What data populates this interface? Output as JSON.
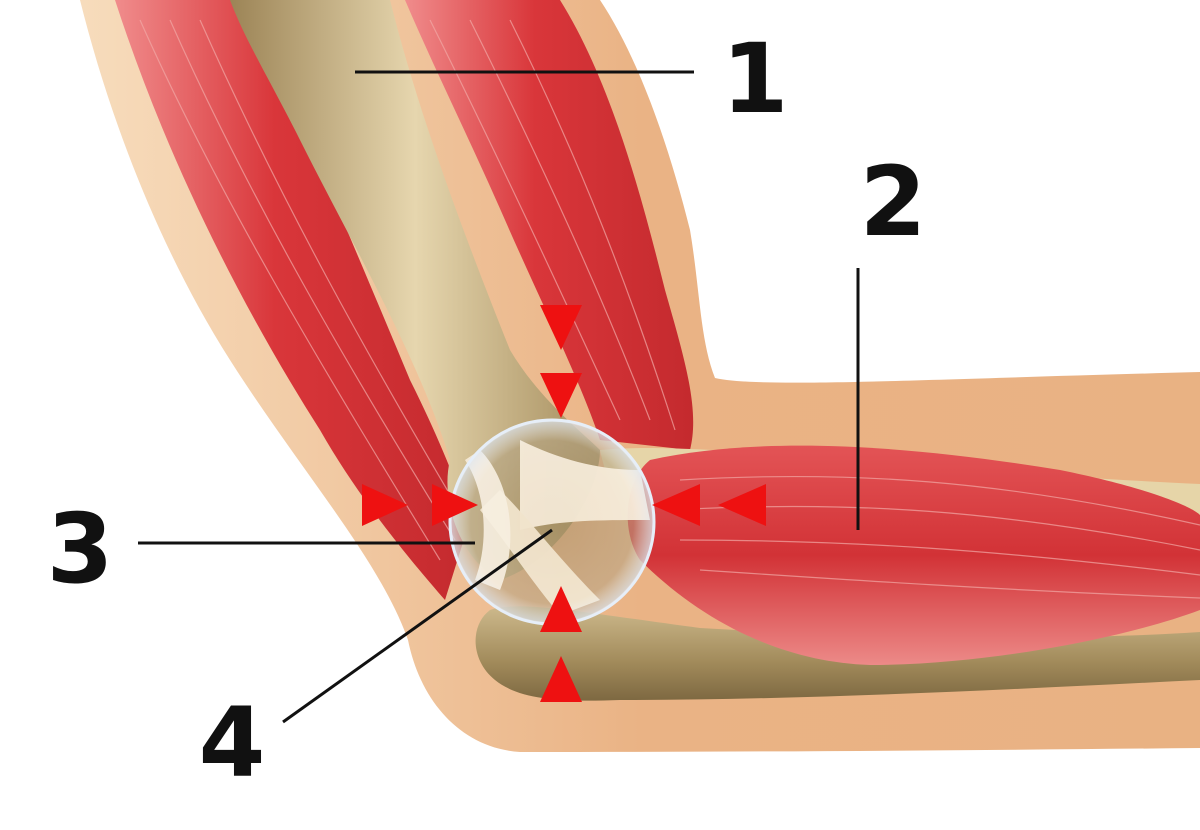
{
  "diagram": {
    "labels": [
      {
        "id": "1",
        "text": "1"
      },
      {
        "id": "2",
        "text": "2"
      },
      {
        "id": "3",
        "text": "3"
      },
      {
        "id": "4",
        "text": "4"
      }
    ]
  },
  "colors": {
    "skin": "#eab385",
    "skin_light": "#f3cfa8",
    "muscle": "#d9363a",
    "muscle_light": "#ef7a7a",
    "bone": "#b9a070",
    "bone_dark": "#8a7248",
    "bone_light": "#ede0c0",
    "ligament": "#f3e7d2",
    "arrow": "#ee1111",
    "text": "#111111"
  }
}
